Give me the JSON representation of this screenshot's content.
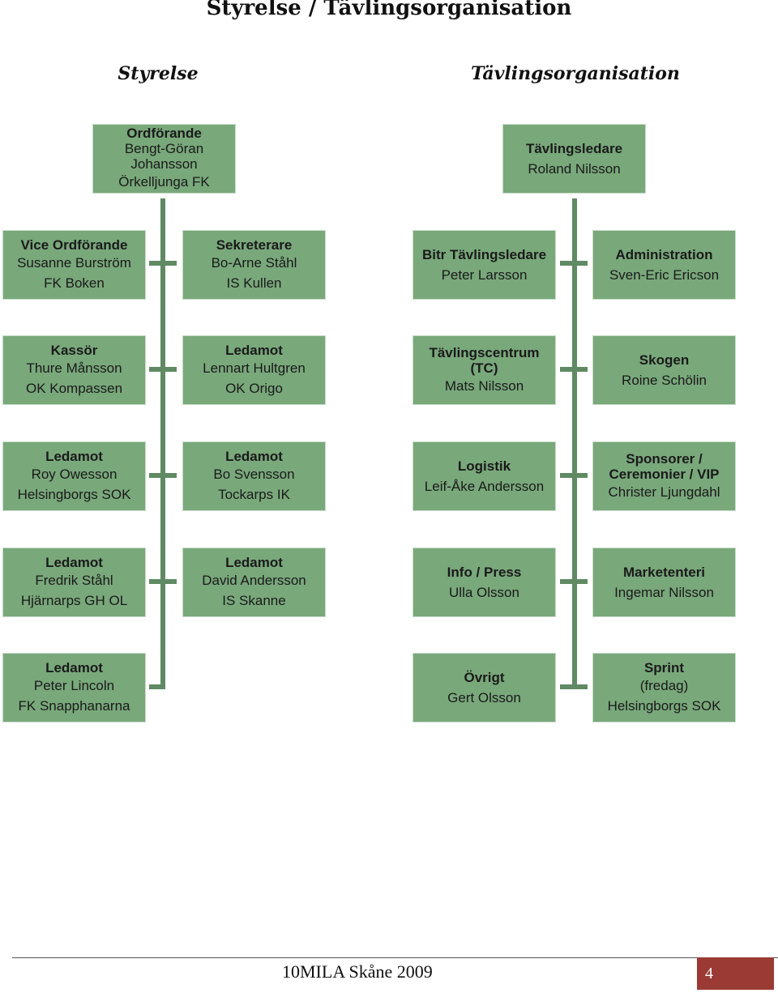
{
  "page_title": "Styrelse / Tävlingsorganisation",
  "styrelse": {
    "title": "Styrelse",
    "boxes": [
      {
        "role": "Ordförande",
        "lines": [
          "Bengt-Göran Johansson",
          "Örkelljunga FK"
        ]
      },
      {
        "role": "Vice Ordförande",
        "lines": [
          "Susanne Burström",
          "FK Boken"
        ]
      },
      {
        "role": "Sekreterare",
        "lines": [
          "Bo-Arne Ståhl",
          "IS Kullen"
        ]
      },
      {
        "role": "Kassör",
        "lines": [
          "Thure Månsson",
          "OK Kompassen"
        ]
      },
      {
        "role": "Ledamot",
        "lines": [
          "Lennart Hultgren",
          "OK Origo"
        ]
      },
      {
        "role": "Ledamot",
        "lines": [
          "Roy Owesson",
          "Helsingborgs SOK"
        ]
      },
      {
        "role": "Ledamot",
        "lines": [
          "Bo Svensson",
          "Tockarps IK"
        ]
      },
      {
        "role": "Ledamot",
        "lines": [
          "Fredrik Ståhl",
          "Hjärnarps GH OL"
        ]
      },
      {
        "role": "Ledamot",
        "lines": [
          "David Andersson",
          "IS Skanne"
        ]
      },
      {
        "role": "Ledamot",
        "lines": [
          "Peter Lincoln",
          "FK Snapphanarna"
        ]
      }
    ]
  },
  "tavling": {
    "title": "Tävlingsorganisation",
    "boxes": [
      {
        "role": "Tävlingsledare",
        "lines": [
          "Roland Nilsson"
        ]
      },
      {
        "role": "Bitr Tävlingsledare",
        "lines": [
          "Peter Larsson"
        ]
      },
      {
        "role": "Administration",
        "lines": [
          "Sven-Eric Ericson"
        ]
      },
      {
        "role": "Tävlingscentrum (TC)",
        "lines": [
          "Mats Nilsson"
        ]
      },
      {
        "role": "Skogen",
        "lines": [
          "Roine Schölin"
        ]
      },
      {
        "role": "Logistik",
        "lines": [
          "Leif-Åke Andersson"
        ]
      },
      {
        "role": "Sponsorer / Ceremonier / VIP",
        "lines": [
          "Christer Ljungdahl"
        ]
      },
      {
        "role": "Info / Press",
        "lines": [
          "Ulla Olsson"
        ]
      },
      {
        "role": "Marketenteri",
        "lines": [
          "Ingemar Nilsson"
        ]
      },
      {
        "role": "Övrigt",
        "lines": [
          "Gert Olsson"
        ]
      },
      {
        "role": "Sprint",
        "lines": [
          "(fredag)",
          "Helsingborgs SOK"
        ]
      }
    ]
  },
  "footer": {
    "text": "10MILA Skåne 2009",
    "page_number": "4"
  }
}
